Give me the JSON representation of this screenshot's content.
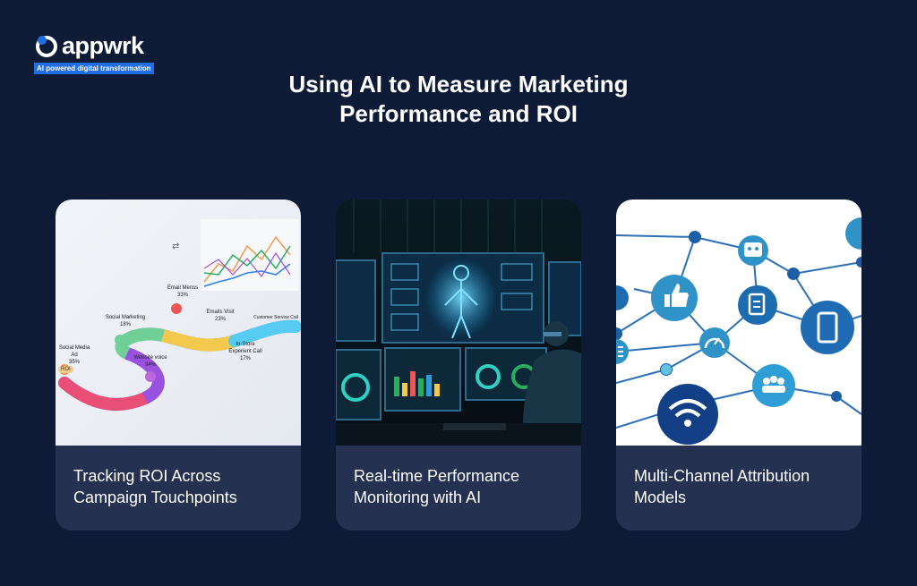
{
  "brand": {
    "name": "appwrk",
    "tagline": "AI powered digital transformation",
    "accent": "#1f6ee8"
  },
  "headline": {
    "line1": "Using AI to Measure Marketing",
    "line2": "Performance and ROI"
  },
  "colors": {
    "background": "#0d1b36",
    "card": "#243150"
  },
  "cards": [
    {
      "title_line1": "Tracking ROI Across",
      "title_line2": "Campaign Touchpoints",
      "illustration": "roi-journey-path",
      "touchpoints": [
        {
          "label": "Social Media Ad",
          "value": "35%"
        },
        {
          "label": "Social Marketing",
          "value": "18%"
        },
        {
          "label": "Email Menss",
          "value": "33%"
        },
        {
          "label": "Emails Visit",
          "value": "23%"
        },
        {
          "label": "Customer Service Call",
          "value": ""
        },
        {
          "label": "Website voice",
          "value": "34%"
        },
        {
          "label": "In-Store Experient Call",
          "value": "17%"
        }
      ],
      "path_badge": "ROI"
    },
    {
      "title_line1": "Real-time Performance",
      "title_line2": "Monitoring with AI",
      "illustration": "analyst-at-monitors"
    },
    {
      "title_line1": "Multi-Channel Attribution",
      "title_line2": "Models",
      "illustration": "channel-network",
      "icons": [
        "thumbs-up-icon",
        "face-icon",
        "document-icon",
        "smartphone-icon",
        "gauge-icon",
        "wifi-icon",
        "group-icon",
        "list-icon"
      ]
    }
  ]
}
